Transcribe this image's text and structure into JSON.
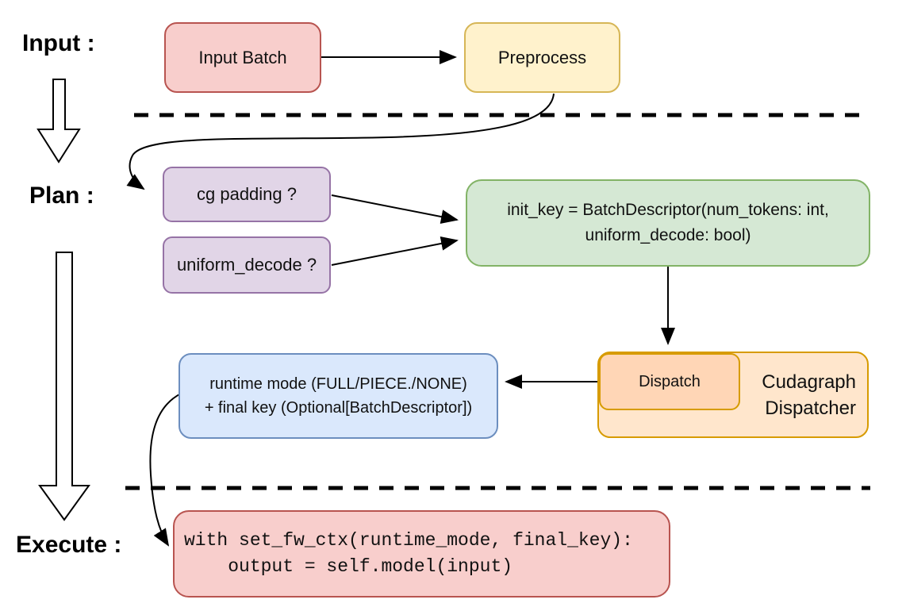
{
  "stage_labels": {
    "input": "Input :",
    "plan": "Plan :",
    "execute": "Execute :"
  },
  "nodes": {
    "input_batch": {
      "label": "Input Batch",
      "fill": "#f8cecc",
      "stroke": "#b85450"
    },
    "preprocess": {
      "label": "Preprocess",
      "fill": "#fff2cc",
      "stroke": "#d6b656"
    },
    "cg_padding": {
      "label": "cg padding ?",
      "fill": "#e1d5e7",
      "stroke": "#9673a6"
    },
    "uniform_decode": {
      "label": "uniform_decode ?",
      "fill": "#e1d5e7",
      "stroke": "#9673a6"
    },
    "init_key": {
      "line1": "init_key = BatchDescriptor(num_tokens: int,",
      "line2": "uniform_decode: bool)",
      "fill": "#d5e8d4",
      "stroke": "#82b366"
    },
    "dispatch": {
      "label": "Dispatch",
      "fill": "#ffd6b6",
      "stroke": "#d79b00"
    },
    "cudagraph_dispatcher": {
      "line1": "Cudagraph",
      "line2": "Dispatcher",
      "fill": "#ffe6cc",
      "stroke": "#d79b00"
    },
    "runtime_result": {
      "line1": "runtime mode (FULL/PIECE./NONE)",
      "line2": "+ final key (Optional[BatchDescriptor])",
      "fill": "#dae8fc",
      "stroke": "#6c8ebf"
    },
    "execute_code": {
      "line1": "with set_fw_ctx(runtime_mode, final_key):",
      "line2": "    output = self.model(input)",
      "fill": "#f8cecc",
      "stroke": "#b85450"
    }
  },
  "colors": {
    "ink": "#000000",
    "background": "#ffffff"
  }
}
